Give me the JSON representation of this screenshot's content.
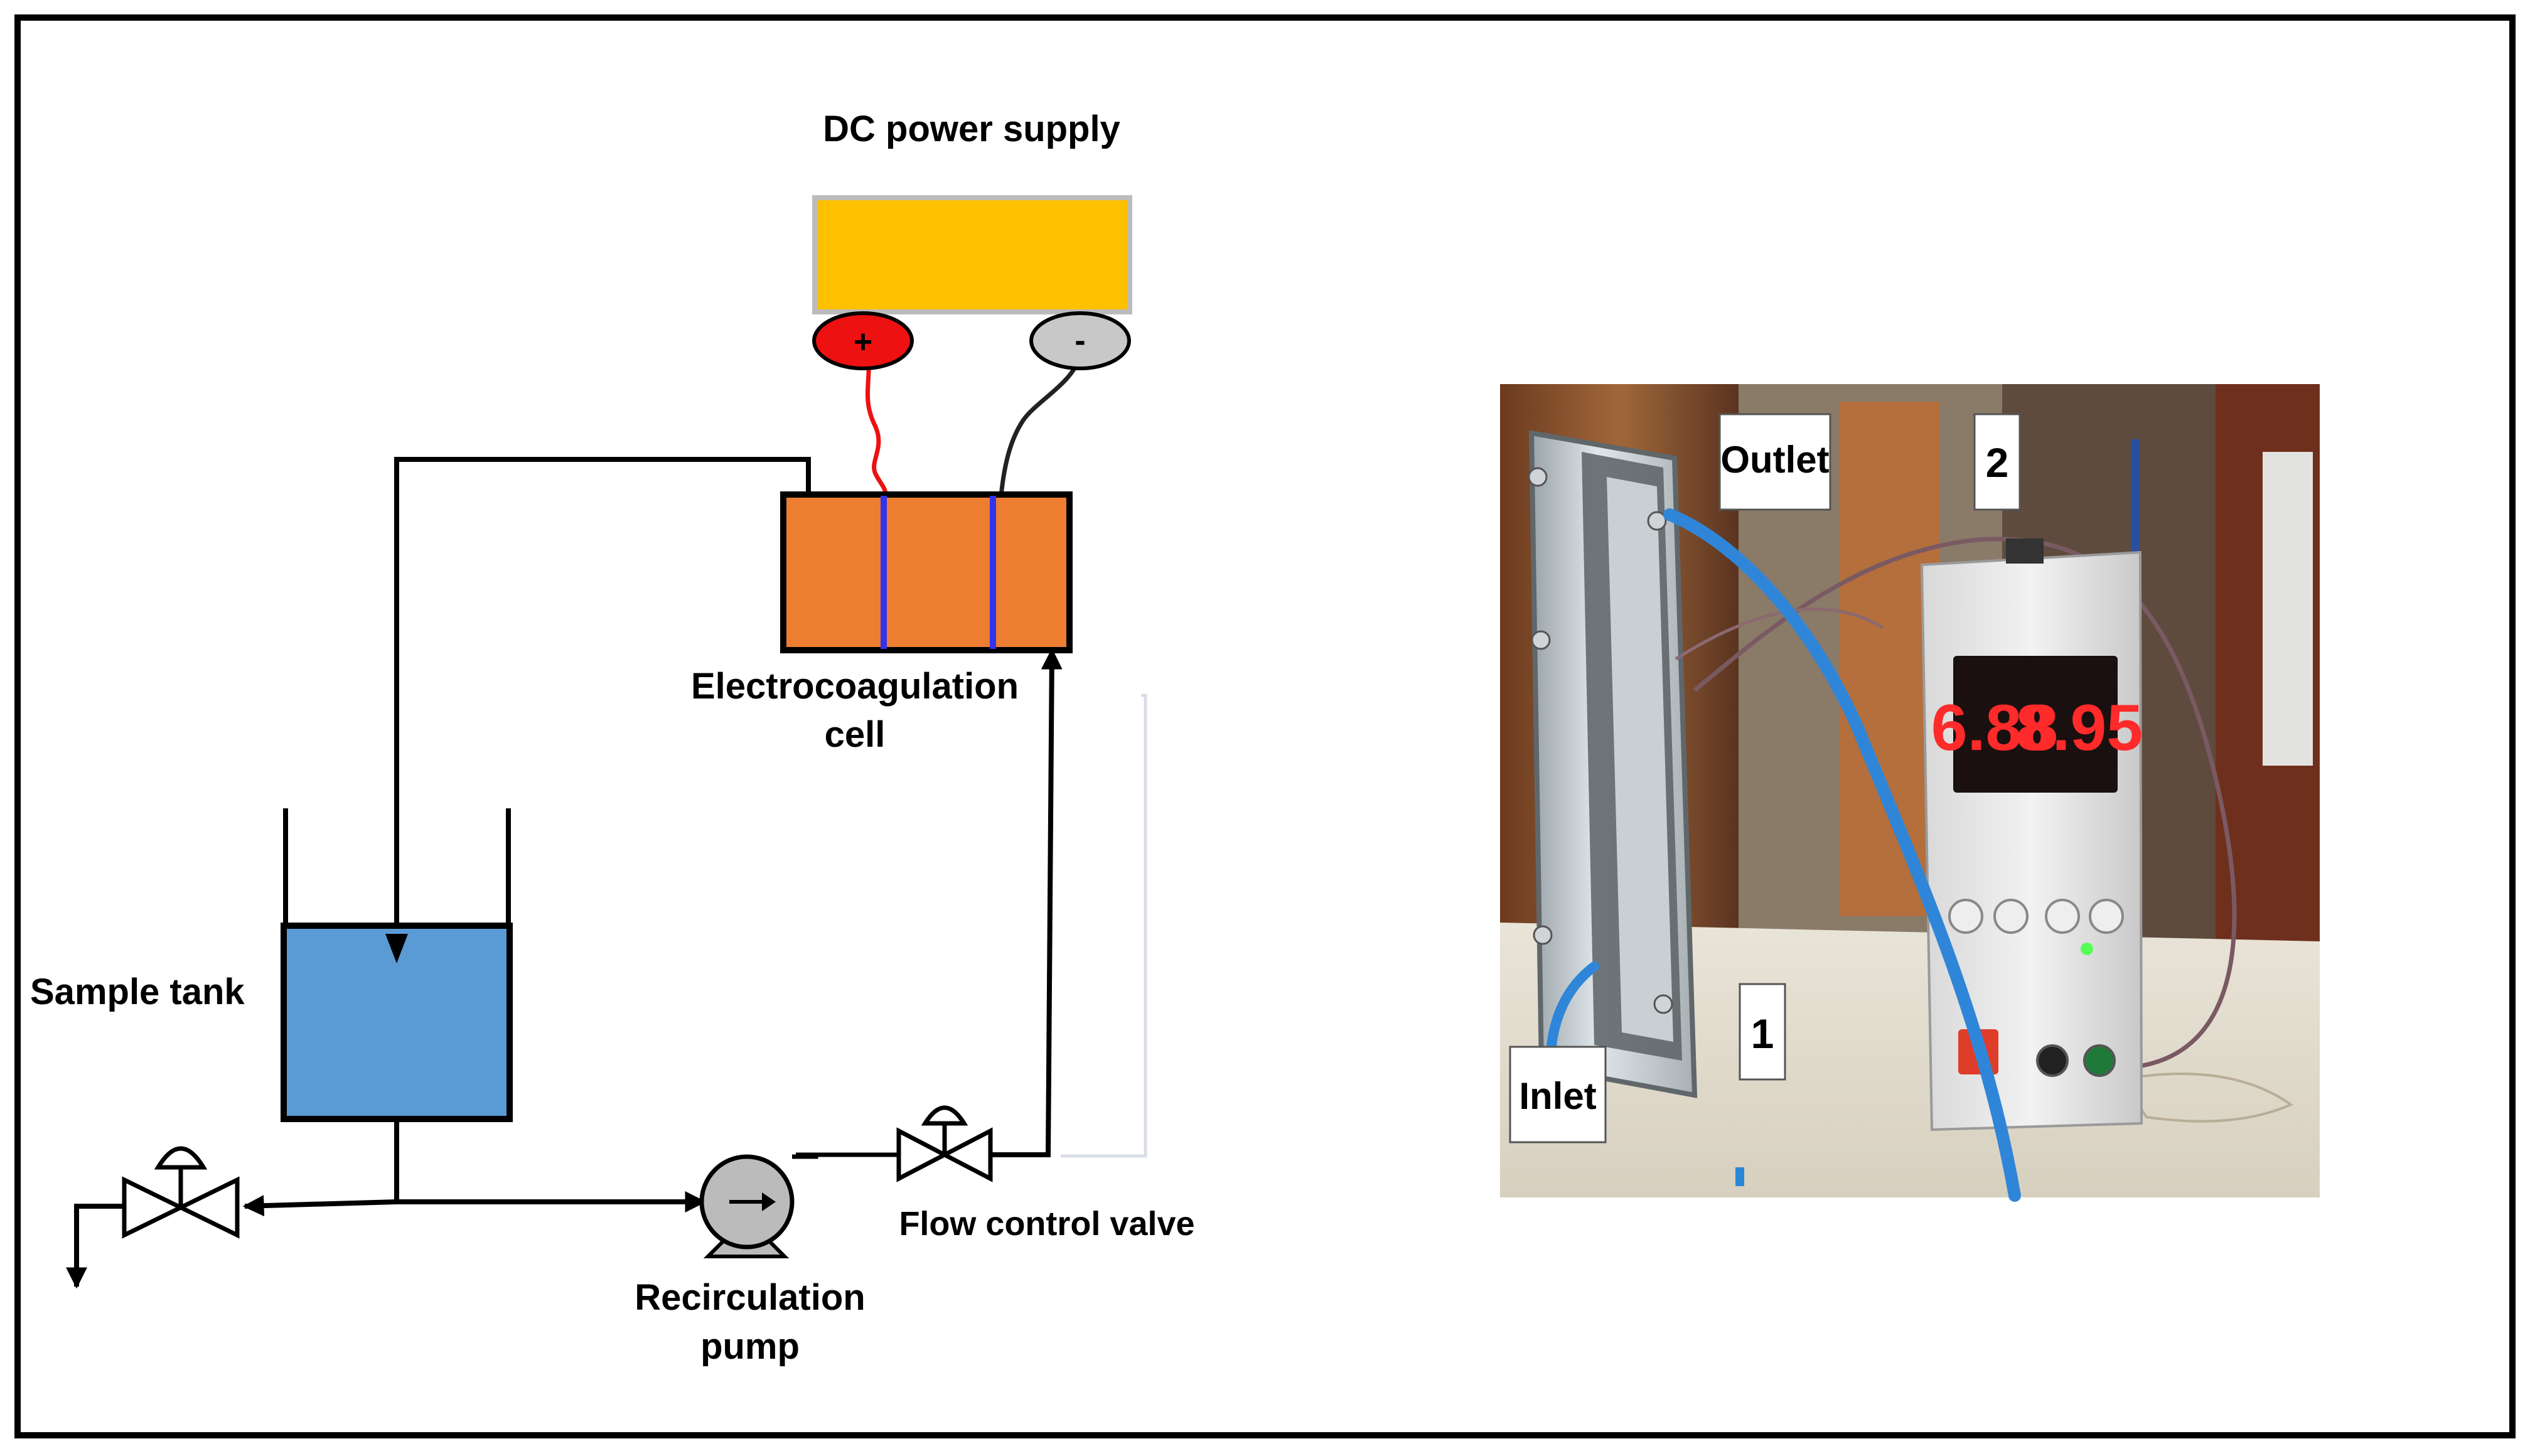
{
  "diagram": {
    "labels": {
      "power_supply": "DC power supply",
      "plus_terminal": "+",
      "minus_terminal": "-",
      "cell_line1": "Electrocoagulation",
      "cell_line2": "cell",
      "sample_tank": "Sample tank",
      "flow_valve": "Flow control valve",
      "pump_line1": "Recirculation",
      "pump_line2": "pump"
    },
    "colors": {
      "power_supply": "#FFC000",
      "plus_terminal": "#EE1111",
      "minus_terminal": "#C8C8C8",
      "cell": "#ED7D31",
      "electrode": "#3333EE",
      "tank": "#5B9BD5",
      "pump": "#BBBBBB",
      "pipe": "#000000",
      "red_wire": "#EE1111",
      "black_wire": "#222222"
    }
  },
  "photo": {
    "labels": {
      "outlet": "Outlet",
      "inlet": "Inlet",
      "marker_1": "1",
      "marker_2": "2"
    },
    "display": {
      "left_reading": "6.88",
      "right_reading": "8.95"
    },
    "colors": {
      "tube": "#2F86D8",
      "display_digits": "#FF2A2A",
      "display_bg": "#1A1010"
    }
  }
}
